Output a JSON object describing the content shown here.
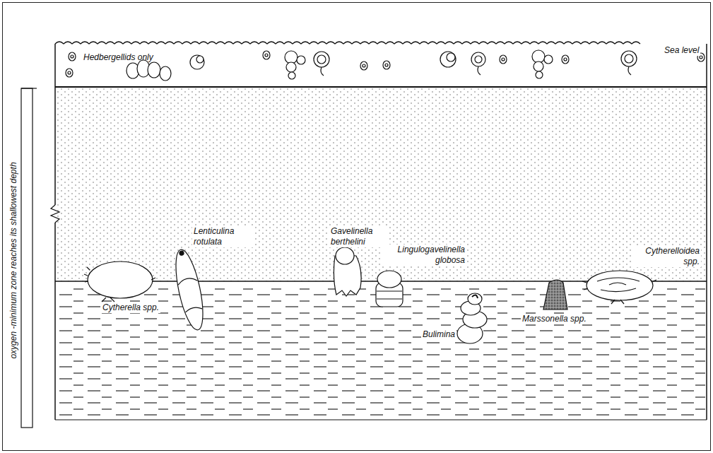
{
  "diagram": {
    "labels": [
      "Sea level",
      "Hedbergellids only",
      "oxygen -minimum zone reaches its shallowest depth",
      "Lenticulina rotulata",
      "Cytherella spp.",
      "Gavelinella berthelini",
      "Lingulogavelinella globosa",
      "Bulimina",
      "Marssonella spp.",
      "Cytherelloidea spp."
    ]
  }
}
